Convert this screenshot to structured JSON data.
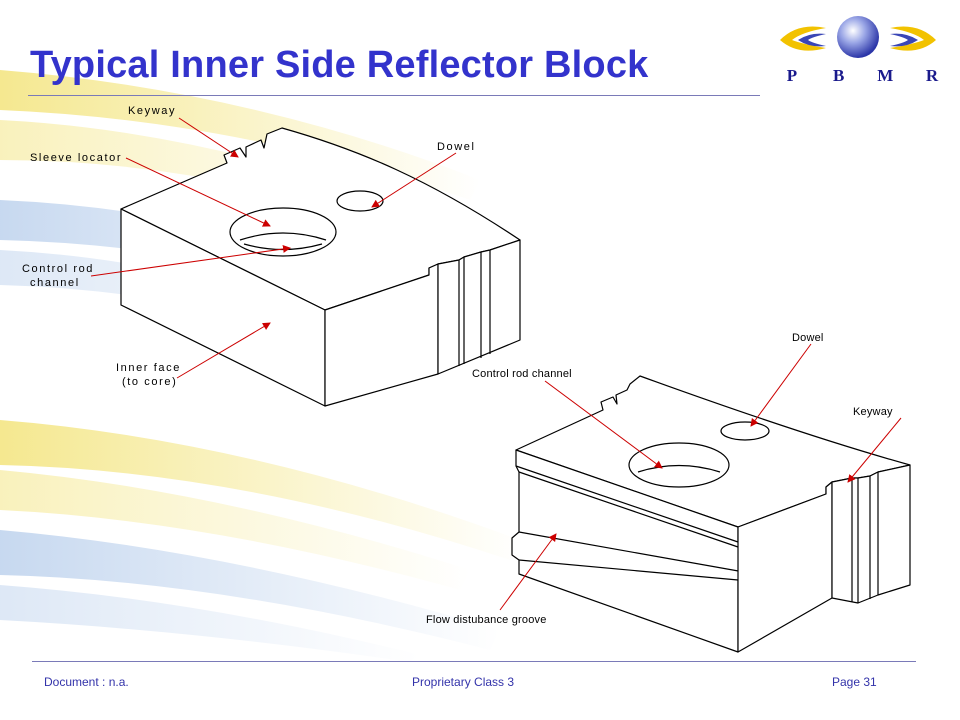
{
  "slide": {
    "title": "Typical Inner Side Reflector Block"
  },
  "logo": {
    "letters": [
      "P",
      "B",
      "M",
      "R"
    ]
  },
  "colors": {
    "title": "#3333cc",
    "footer_text": "#3333aa",
    "rule": "#7a7ab8",
    "arrow": "#cc0000",
    "streak_yellow": "#f5e9a0",
    "streak_blue": "#d6e3f3"
  },
  "labels": {
    "upper_block": {
      "keyway": "Keyway",
      "sleeve_locator": "Sleeve locator",
      "dowel": "Dowel",
      "control_rod_line1": "Control rod",
      "control_rod_line2": "channel",
      "inner_face_line1": "Inner face",
      "inner_face_line2": "(to core)"
    },
    "lower_block": {
      "dowel": "Dowel",
      "control_rod_channel": "Control rod channel",
      "keyway": "Keyway",
      "flow_groove": "Flow distubance groove"
    }
  },
  "footer": {
    "document": "Document : n.a.",
    "classification": "Proprietary Class 3",
    "page": "Page 31"
  }
}
